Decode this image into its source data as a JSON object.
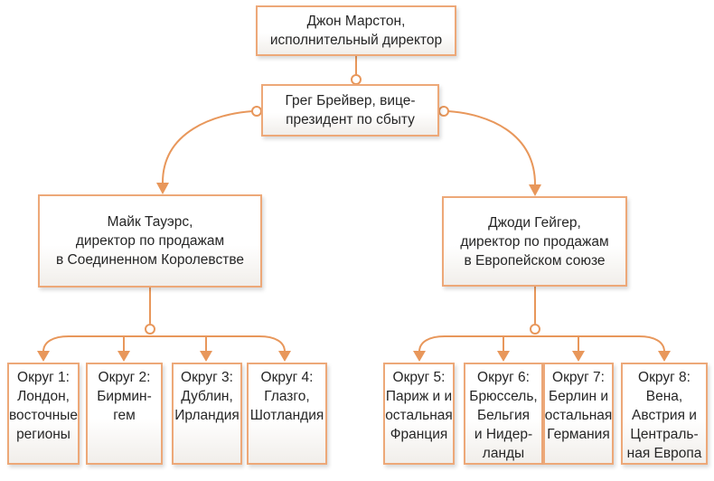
{
  "diagram": {
    "type": "org-chart",
    "language": "ru",
    "colors": {
      "box_border": "#EDA878",
      "connector": "#E8975B",
      "box_fill_top": "#FFFFFF",
      "box_fill_bottom": "#F1EEEA",
      "text": "#262626"
    },
    "nodes": {
      "ceo": {
        "level": 1,
        "label": "Джон Марстон,\nисполнительный директор"
      },
      "vp": {
        "level": 2,
        "label": "Грег Брейвер, вице-\nпрезидент по сбыту"
      },
      "uk_director": {
        "level": 3,
        "label": "Майк Тауэрс,\nдиректор по продажам\nв Соединенном Королевстве"
      },
      "eu_director": {
        "level": 3,
        "label": "Джоди Гейгер,\nдиректор по продажам\nв Европейском союзе"
      },
      "district1": {
        "level": 4,
        "label": "Округ 1:\nЛондон,\nвосточные\nрегионы"
      },
      "district2": {
        "level": 4,
        "label": "Округ 2:\nБирмин-\nгем"
      },
      "district3": {
        "level": 4,
        "label": "Округ 3:\nДублин,\nИрландия"
      },
      "district4": {
        "level": 4,
        "label": "Округ 4:\nГлазго,\nШотландия"
      },
      "district5": {
        "level": 4,
        "label": "Округ 5:\nПариж и и\nостальная\nФранция"
      },
      "district6": {
        "level": 4,
        "label": "Округ 6:\nБрюссель,\nБельгия\nи Нидер-\nланды"
      },
      "district7": {
        "level": 4,
        "label": "Округ 7:\nБерлин и\nостальная\nГермания"
      },
      "district8": {
        "level": 4,
        "label": "Округ 8:\nВена,\nАвстрия и\nЦентраль-\nная Европа"
      }
    },
    "edges": [
      {
        "from": "ceo",
        "to": "vp"
      },
      {
        "from": "vp",
        "to": "uk_director"
      },
      {
        "from": "vp",
        "to": "eu_director"
      },
      {
        "from": "uk_director",
        "to": "district1"
      },
      {
        "from": "uk_director",
        "to": "district2"
      },
      {
        "from": "uk_director",
        "to": "district3"
      },
      {
        "from": "uk_director",
        "to": "district4"
      },
      {
        "from": "eu_director",
        "to": "district5"
      },
      {
        "from": "eu_director",
        "to": "district6"
      },
      {
        "from": "eu_director",
        "to": "district7"
      },
      {
        "from": "eu_director",
        "to": "district8"
      }
    ]
  }
}
